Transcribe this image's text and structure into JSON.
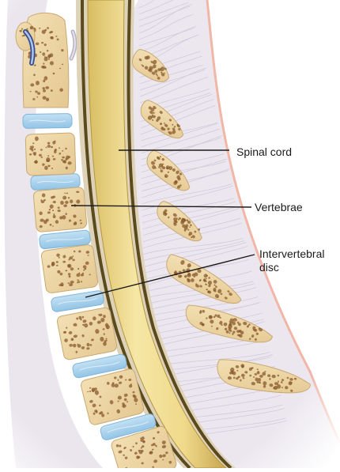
{
  "labels": {
    "spinal_cord": "Spinal cord",
    "vertebrae": "Vertebrae",
    "disc_line1": "Intervertebral",
    "disc_line2": "disc"
  },
  "colors": {
    "bone": "#eed7a7",
    "bone_edge": "#c9a872",
    "bone_pore": "#8a5a2c",
    "disc": "#a9d2ec",
    "disc_edge": "#7fb6d9",
    "cord": "#f0dc8c",
    "cord_edge": "#b6953e",
    "dura_dark": "#5a4a1e",
    "tissue": "#ebe6ee",
    "skin": "#f1b6a6",
    "leader": "#1a1a1a"
  }
}
